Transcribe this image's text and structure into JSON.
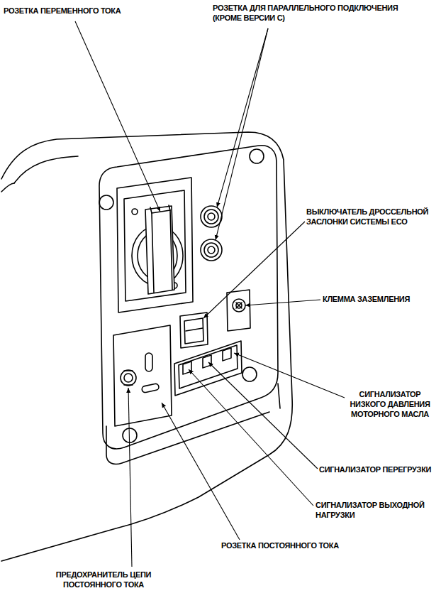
{
  "diagram": {
    "labels": [
      "РОЗЕТКА ПЕРЕМЕННОГО ТОКА",
      "РОЗЕТКА ДЛЯ ПАРАЛЛЕЛЬНОГО ПОДКЛЮЧЕНИЯ (КРОМЕ ВЕРСИИ С)",
      "ВЫКЛЮЧАТЕЛЬ ДРОССЕЛЬНОЙ ЗАСЛОНКИ СИСТЕМЫ ECO",
      "КЛЕММА ЗАЗЕМЛЕНИЯ",
      "СИГНАЛИЗАТОР НИЗКОГО ДАВЛЕНИЯ МОТОРНОГО МАСЛА",
      "СИГНАЛИЗАТОР ПЕРЕГРУЗКИ",
      "СИГНАЛИЗАТОР ВЫХОДНОЙ НАГРУЗКИ",
      "РОЗЕТКА ПОСТОЯННОГО ТОКА",
      "ПРЕДОХРАНИТЕЛЬ ЦЕПИ ПОСТОЯННОГО ТОКА"
    ]
  }
}
